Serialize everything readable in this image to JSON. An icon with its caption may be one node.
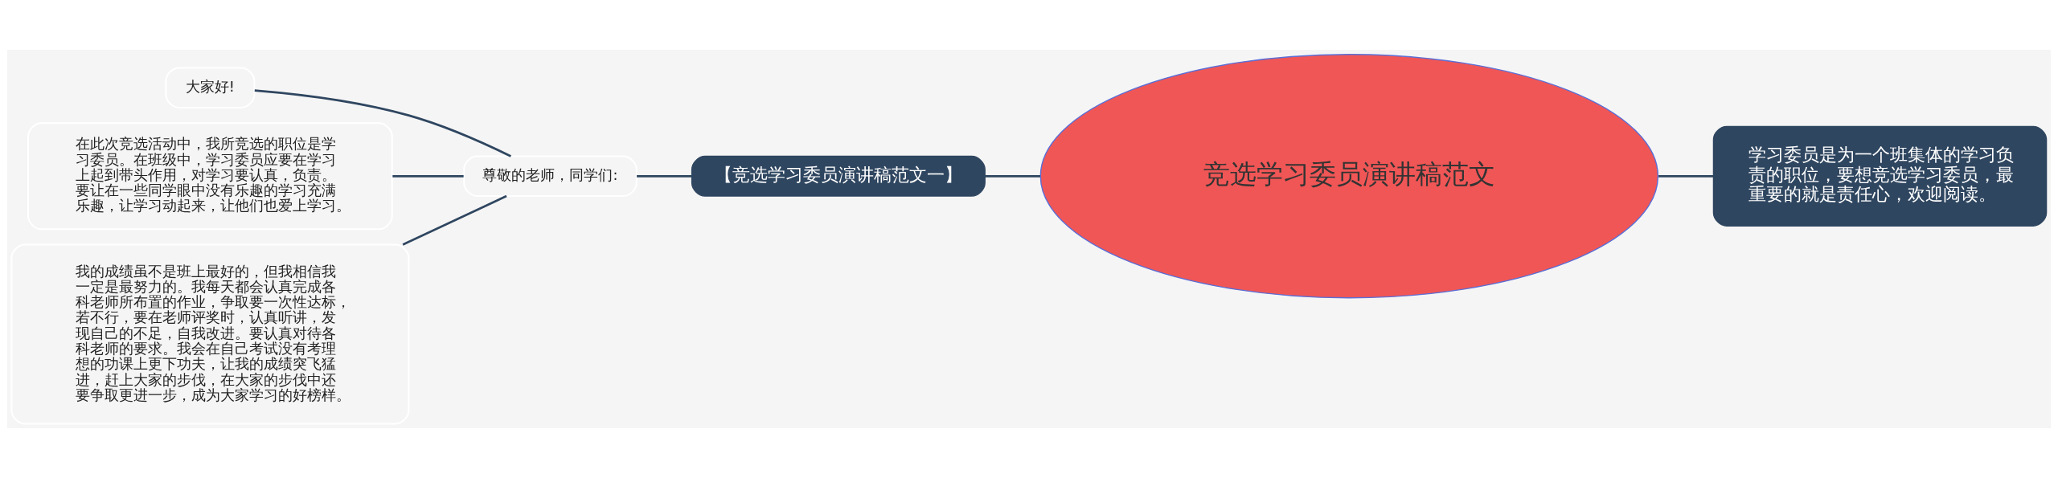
{
  "diagram": {
    "nodes": [
      {
        "text": [
          "竞选学习委员演讲稿范文"
        ]
      },
      {
        "text": [
          "学习委员是为一个班集体的学习负责的职位，要想竞选学习委员，最重要的就是责任心，欢迎阅读。"
        ]
      },
      {
        "text": [
          "【竞选学习委员演讲稿范文一】"
        ]
      },
      {
        "text": [
          "尊敬的老师，同学们:"
        ]
      },
      {
        "text": [
          "大家好!"
        ]
      },
      {
        "text": [
          "在此次竞选活动中，我所竞选的职位是学习委员。在班级中，学习委员应要在学习上起到带头作用，对学习要认真，负责。要让在一些同学眼中没有乐趣的学习充满乐趣，让学习动起来，让他们也爱上学习。"
        ]
      },
      {
        "text": [
          "我的成绩虽不是班上最好的，但我相信我一定是最努力的。我每天都会认真完成各科老师所布置的作业，争取要一次性达标，若不行，要在老师评奖时，认真听讲，发现自己的不足，自我改进。要认真对待各科老师的要求。我会在自己考试没有考理想的功课上更下功夫，让我的成绩突飞猛进，赶上大家的步伐，在大家的步伐中还要争取更进一步，成为大家学习的好榜样。"
        ]
      }
    ],
    "edges": [
      {
        "from": 0,
        "to": 1,
        "arrow": "none"
      },
      {
        "from": 2,
        "to": 0,
        "arrow": "none"
      },
      {
        "from": 3,
        "to": 2,
        "arrow": "none"
      },
      {
        "from": 4,
        "to": 3,
        "arrow": "none"
      },
      {
        "from": 5,
        "to": 3,
        "arrow": "none"
      },
      {
        "from": 6,
        "to": 3,
        "arrow": "none"
      }
    ]
  }
}
